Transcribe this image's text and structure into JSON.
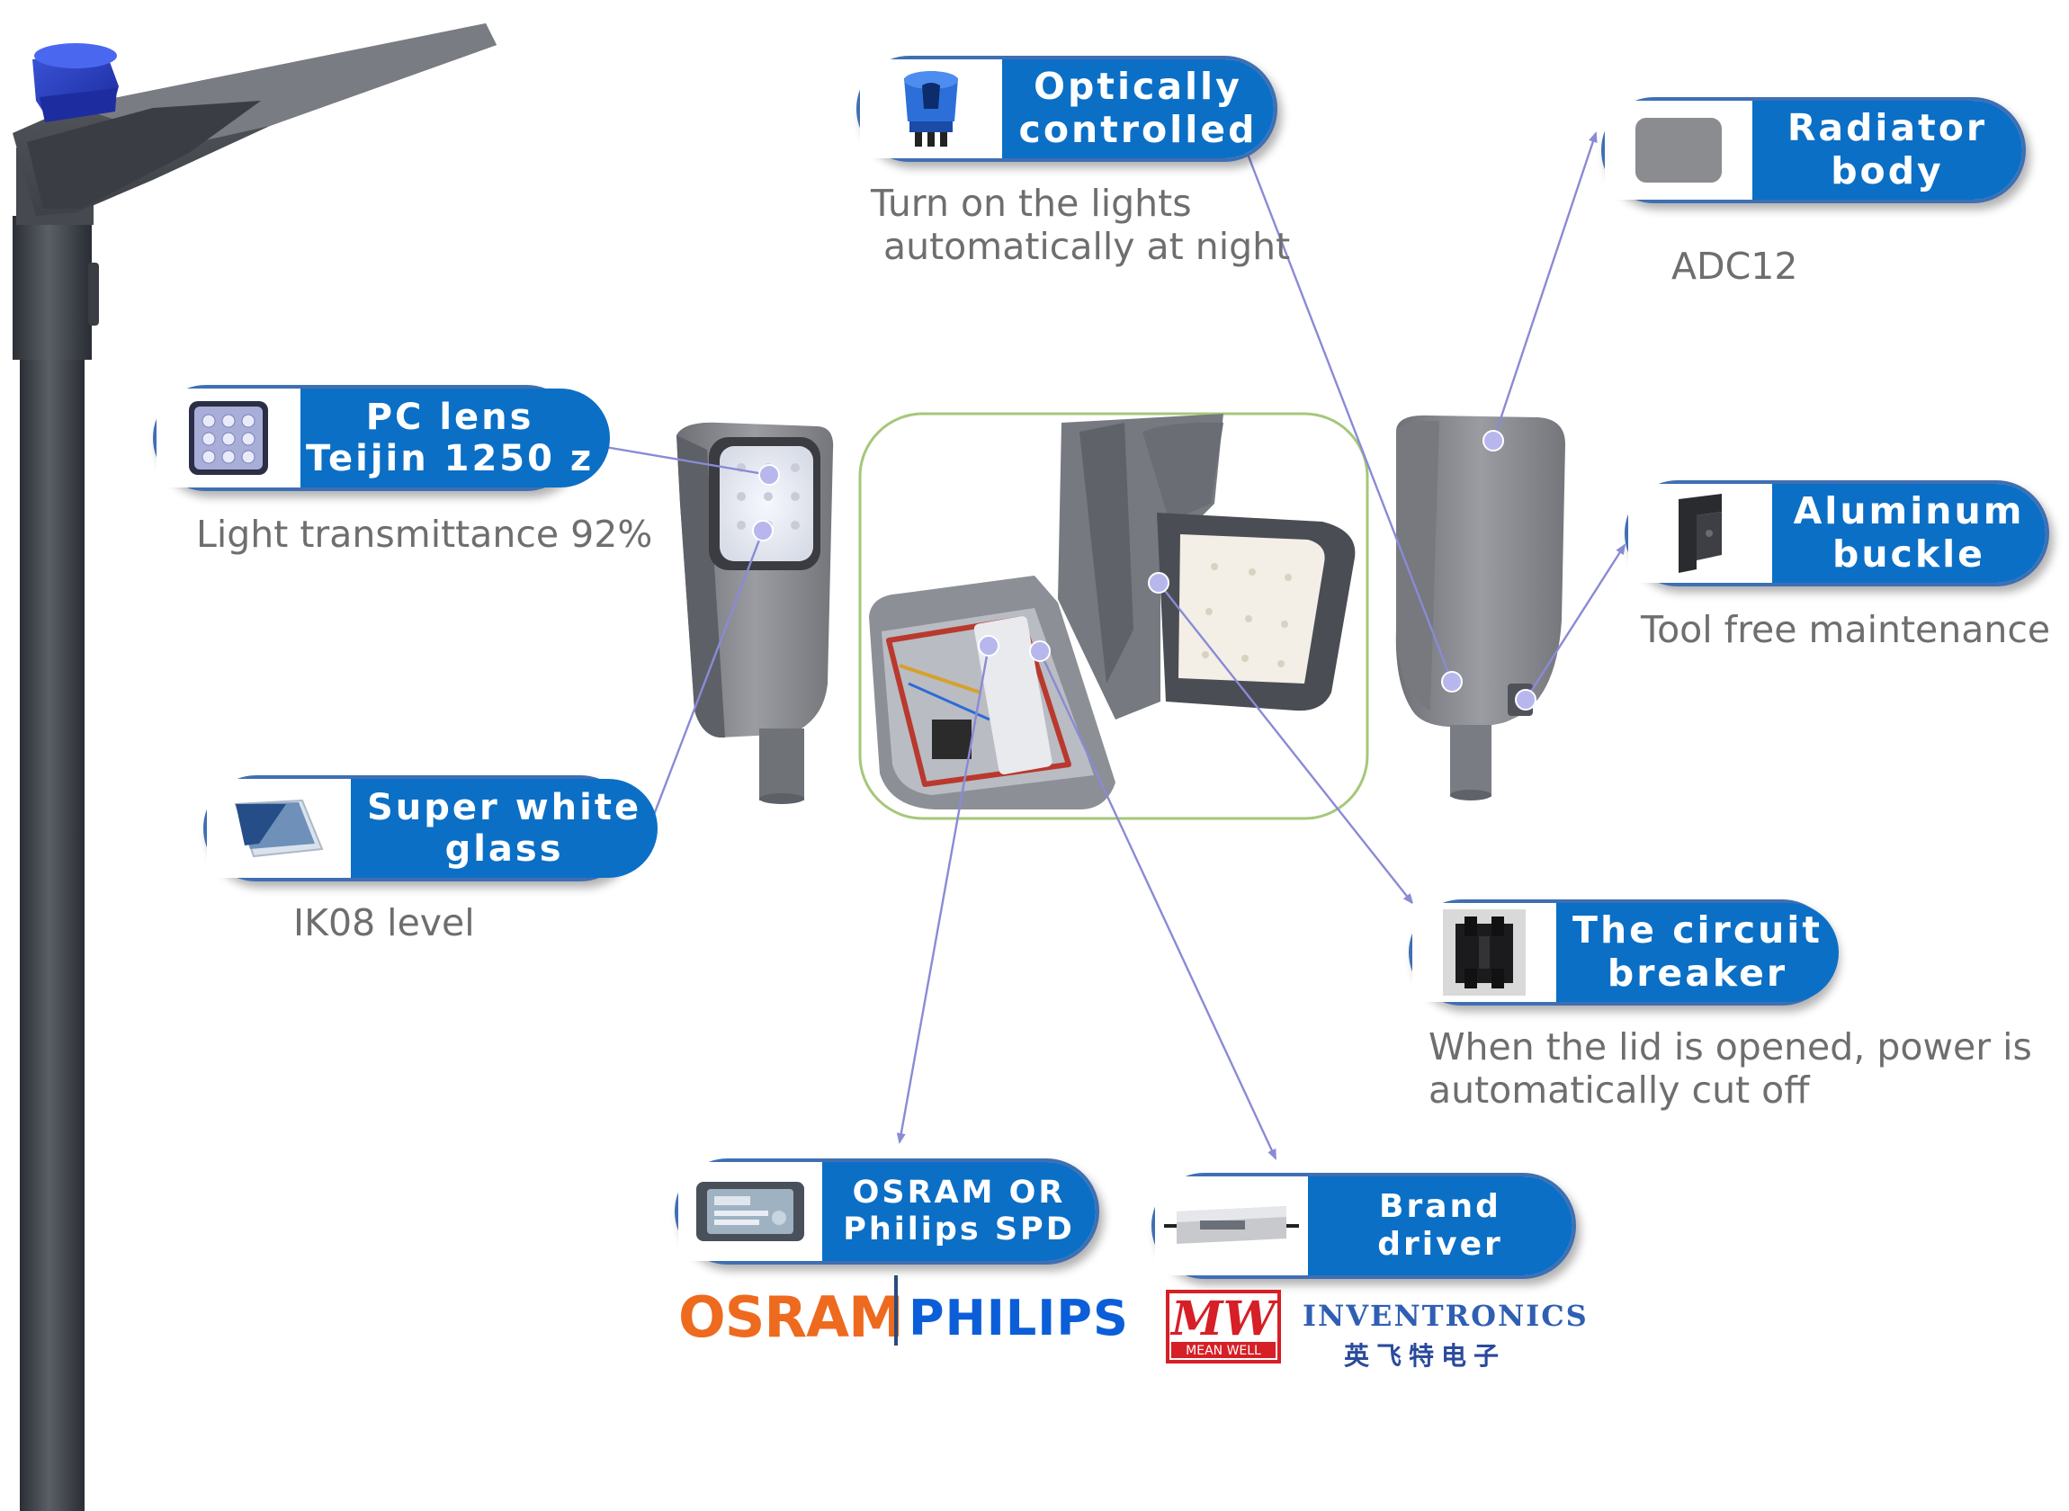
{
  "callouts": {
    "optical": {
      "line1": "Optically",
      "line2": "controlled",
      "desc1": "Turn on the lights",
      "desc2": "automatically at night"
    },
    "radiator": {
      "line1": "Radiator",
      "line2": "body",
      "desc": "ADC12"
    },
    "pc_lens": {
      "line1": "PC lens",
      "line2": "Teijin 1250 z",
      "desc": "Light transmittance 92%"
    },
    "buckle": {
      "line1": "Aluminum",
      "line2": "buckle",
      "desc": "Tool free maintenance"
    },
    "glass": {
      "line1": "Super white",
      "line2": "glass",
      "desc": "IK08 level"
    },
    "breaker": {
      "line1": "The circuit",
      "line2": "breaker",
      "desc1": "When the lid is opened, power is",
      "desc2": "automatically cut off"
    },
    "spd": {
      "line1": "OSRAM OR",
      "line2": "Philips SPD"
    },
    "driver": {
      "line1": "Brand",
      "line2": "driver"
    }
  },
  "brands": {
    "osram": "OSRAM",
    "philips": "PHILIPS",
    "meanwell_mark": "MW",
    "meanwell_name": "MEAN WELL",
    "inventronics": "INVENTRONICS",
    "inventronics_cn": "英飞特电子"
  },
  "colors": {
    "pill_blue": "#0b6fc6",
    "pill_border": "#3f6fb3",
    "arrow": "#8a8ad6",
    "desc_text": "#6e6e6e",
    "lamp_gray": "#8a8b90",
    "osram_orange": "#ee6a1e",
    "philips_blue": "#0b5ed7",
    "meanwell_red": "#d61f26",
    "inventronics_blue": "#2f5fb3"
  }
}
